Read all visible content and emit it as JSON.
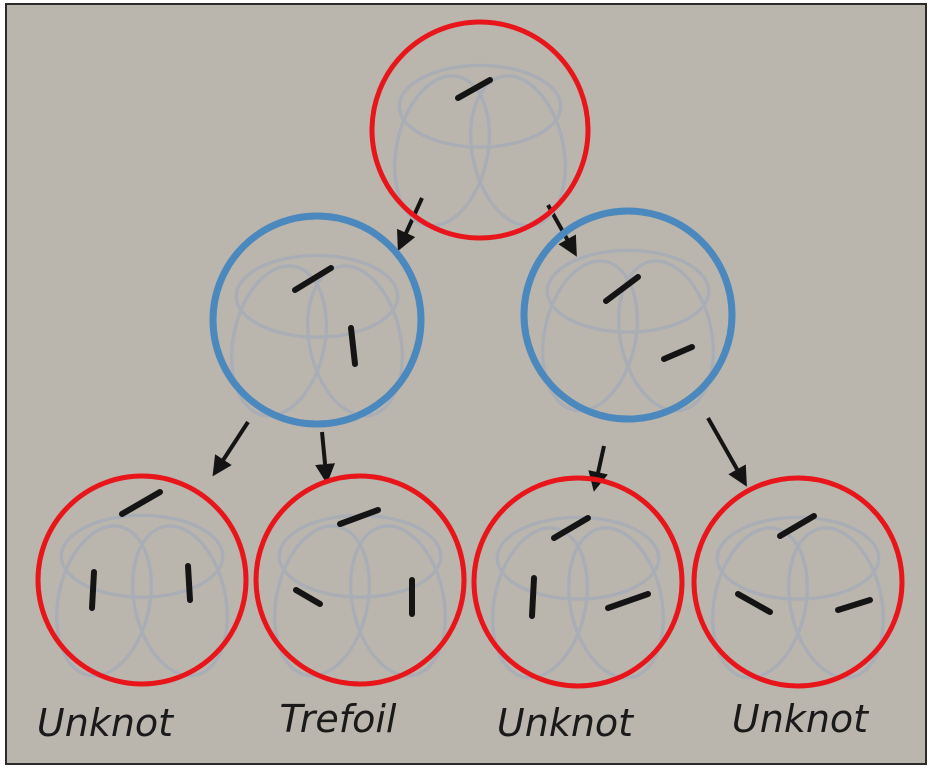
{
  "labels": {
    "leaf1": "Unknot",
    "leaf2": "Trefoil",
    "leaf3": "Unknot",
    "leaf4": "Unknot"
  },
  "colors": {
    "board": "#bab6ad",
    "frame": "#2b2b2b",
    "red_circle": "#e8151b",
    "blue_circle": "#4a88bd",
    "knot_strand": "#a9adb6",
    "crossing_mark": "#141414",
    "arrow": "#141414"
  },
  "icons": {
    "knot": "trefoil-shadow-diagram",
    "arrow": "down-arrow"
  }
}
